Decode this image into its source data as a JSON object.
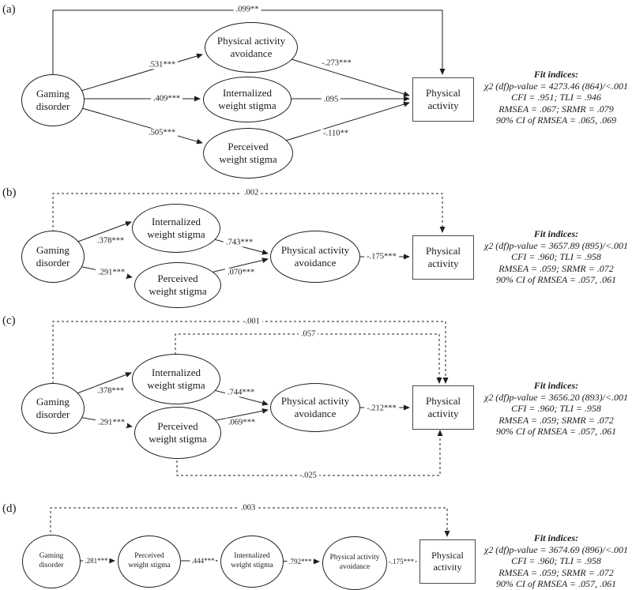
{
  "panels": [
    {
      "tag": "(a)",
      "nodes": {
        "gaming": "Gaming\ndisorder",
        "paa": "Physical activity\navoidance",
        "iws": "Internalized\nweight stigma",
        "pws": "Perceived\nweight stigma",
        "outcome": "Physical\nactivity"
      },
      "coefs": {
        "direct": ".099**",
        "gd_paa": ".531***",
        "gd_iws": ".409***",
        "gd_pws": ".505***",
        "paa_pa": "-.273***",
        "iws_pa": ".095",
        "pws_pa": "-.110**"
      },
      "fit": {
        "title": "Fit indices:",
        "line1": "χ2 (df)p-value = 4273.46 (864)/<.001",
        "line2": "CFI = .951; TLI = .946",
        "line3": "RMSEA = .067; SRMR = .079",
        "line4": "90% CI of RMSEA = .065, .069"
      }
    },
    {
      "tag": "(b)",
      "nodes": {
        "gaming": "Gaming\ndisorder",
        "iws": "Internalized\nweight stigma",
        "pws": "Perceived\nweight stigma",
        "paa": "Physical activity\navoidance",
        "outcome": "Physical\nactivity"
      },
      "coefs": {
        "direct": ".002",
        "gd_iws": ".378***",
        "gd_pws": ".291***",
        "iws_paa": ".743***",
        "pws_paa": ".070***",
        "paa_pa": "-.175***"
      },
      "fit": {
        "title": "Fit indices:",
        "line1": "χ2 (df)p-value = 3657.89 (895)/<.001",
        "line2": "CFI = .960; TLI = .958",
        "line3": "RMSEA = .059; SRMR = .072",
        "line4": "90% CI of RMSEA = .057, .061"
      }
    },
    {
      "tag": "(c)",
      "nodes": {
        "gaming": "Gaming\ndisorder",
        "iws": "Internalized\nweight stigma",
        "pws": "Perceived\nweight stigma",
        "paa": "Physical activity\navoidance",
        "outcome": "Physical\nactivity"
      },
      "coefs": {
        "direct_gd": "-.001",
        "direct_iws": ".057",
        "direct_pws": "-.025",
        "gd_iws": ".378***",
        "gd_pws": ".291***",
        "iws_paa": ".744***",
        "pws_paa": ".069***",
        "paa_pa": "-.212***"
      },
      "fit": {
        "title": "Fit indices:",
        "line1": "χ2 (df)p-value = 3656.20 (893)/<.001",
        "line2": "CFI = .960; TLI = .958",
        "line3": "RMSEA = .059; SRMR = .072",
        "line4": "90% CI of RMSEA = .057, .061"
      }
    },
    {
      "tag": "(d)",
      "nodes": {
        "gaming": "Gaming\ndisorder",
        "pws": "Perceived\nweight stigma",
        "iws": "Internalized\nweight stigma",
        "paa": "Physical activity\navoidance",
        "outcome": "Physical\nactivity"
      },
      "coefs": {
        "direct": ".003",
        "gd_pws": ".281***",
        "pws_iws": ".444***",
        "iws_paa": ".792***",
        "paa_pa": "-.175***"
      },
      "fit": {
        "title": "Fit indices:",
        "line1": "χ2 (df)p-value = 3674.69 (896)/<.001",
        "line2": "CFI = .960; TLI = .958",
        "line3": "RMSEA = .059; SRMR = .072",
        "line4": "90% CI of RMSEA = .057, .061"
      }
    }
  ]
}
